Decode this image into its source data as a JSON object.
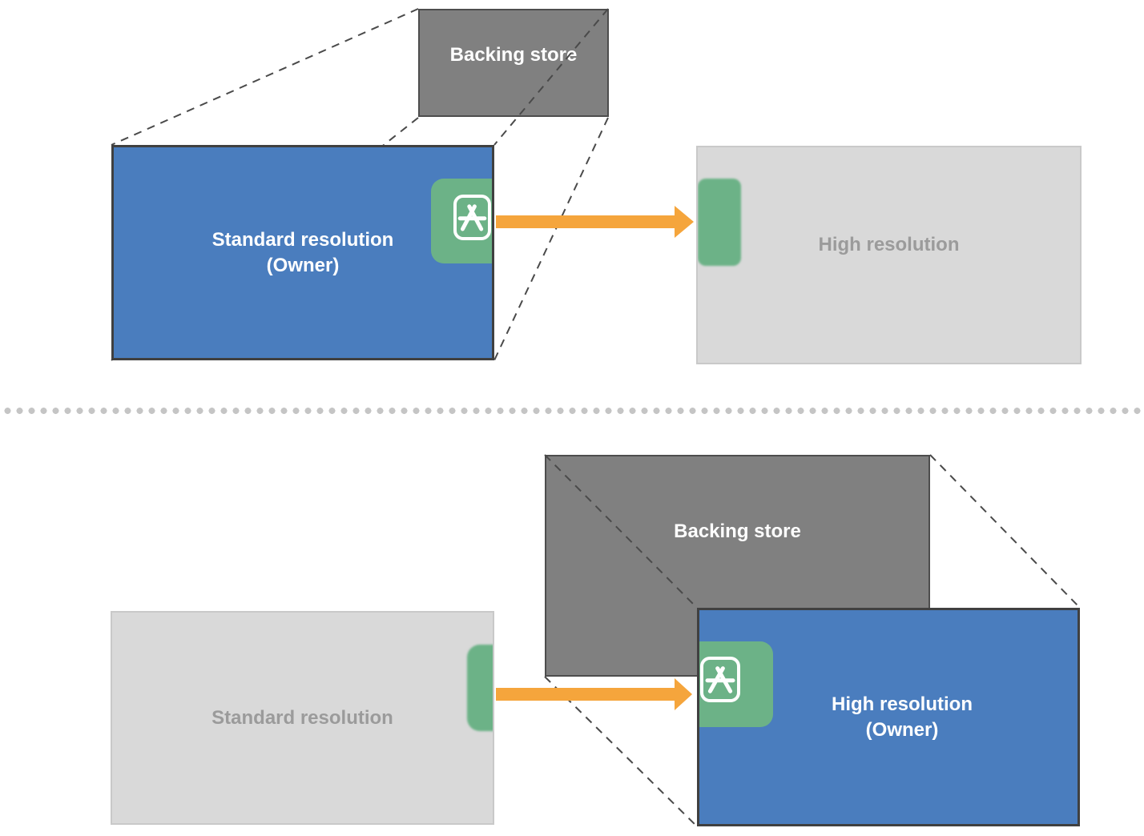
{
  "colors": {
    "blue": "#4a7dbe",
    "green": "#6cb287",
    "gray_dark": "#808080",
    "gray_light": "#d9d9d9",
    "orange": "#f5a53c",
    "text_gray": "#9b9b9b",
    "line_dark": "#4a4a4a",
    "dot": "#c5c5c5",
    "border_dark": "#4d4d4d",
    "border_light": "#c9c9c9"
  },
  "icons": {
    "app_store": "app-store-icon",
    "transfer_arrow": "right-arrow"
  },
  "top": {
    "backing_store_label": "Backing store",
    "standard_owner_line1": "Standard resolution",
    "standard_owner_line2": "(Owner)",
    "high_label": "High resolution"
  },
  "bottom": {
    "backing_store_label": "Backing store",
    "standard_label": "Standard resolution",
    "high_owner_line1": "High resolution",
    "high_owner_line2": "(Owner)"
  }
}
